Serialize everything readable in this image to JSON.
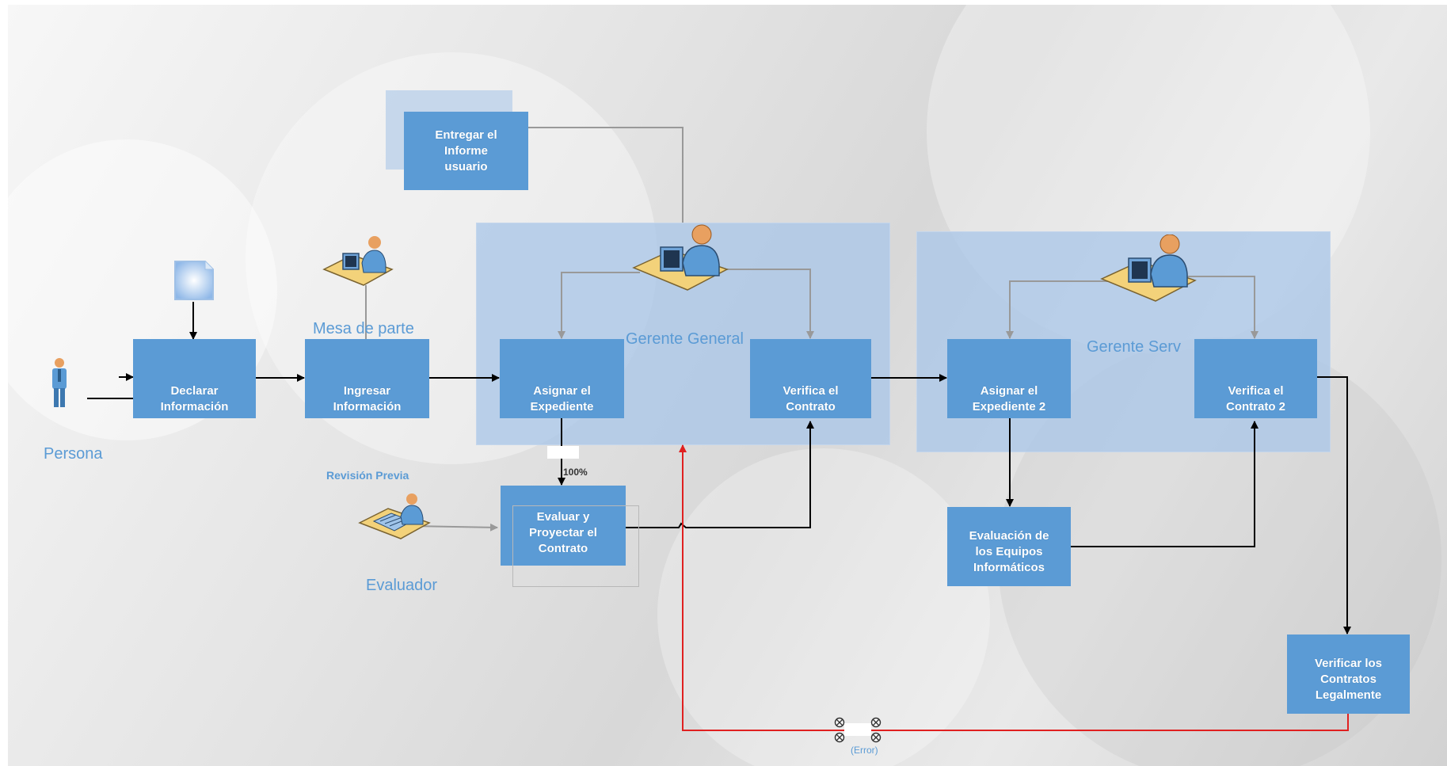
{
  "diagram": {
    "actors": {
      "persona": "Persona",
      "mesa_de_parte": "Mesa de parte",
      "gerente_general": "Gerente General",
      "gerente_servicios": "Gerente Serv",
      "evaluador": "Evaluador",
      "revision_previa": "Revisión Previa"
    },
    "tasks": {
      "entregar_informe": "Entregar el\nInforme\nusuario",
      "declarar_informacion": "Declarar\nInformación",
      "ingresar_informacion": "Ingresar\nInformación",
      "asignar_expediente": "Asignar el\nExpediente",
      "verifica_contrato": "Verifica el\nContrato",
      "evaluar_proyectar": "Evaluar y\nProyectar el\nContrato",
      "asignar_expediente_2": "Asignar el\nExpediente 2",
      "verifica_contrato_2": "Verifica el\nContrato 2",
      "evaluacion_equipos": "Evaluación de\nlos Equipos\nInformáticos",
      "verificar_contratos_legal": "Verificar los\nContratos\nLegalmente"
    },
    "annotations": {
      "percent": "100%",
      "error": "(Error)"
    },
    "colors": {
      "task_fill": "#5b9bd5",
      "pool_fill": "#aac6e8",
      "flow_line": "#000000",
      "assign_line": "#999999",
      "error_line": "#e02020",
      "label_blue": "#5b9bd5"
    },
    "icons": [
      "person-icon",
      "document-icon",
      "desk-worker-icon",
      "manager-desk-icon",
      "evaluator-desk-icon",
      "error-marker-icon"
    ]
  }
}
